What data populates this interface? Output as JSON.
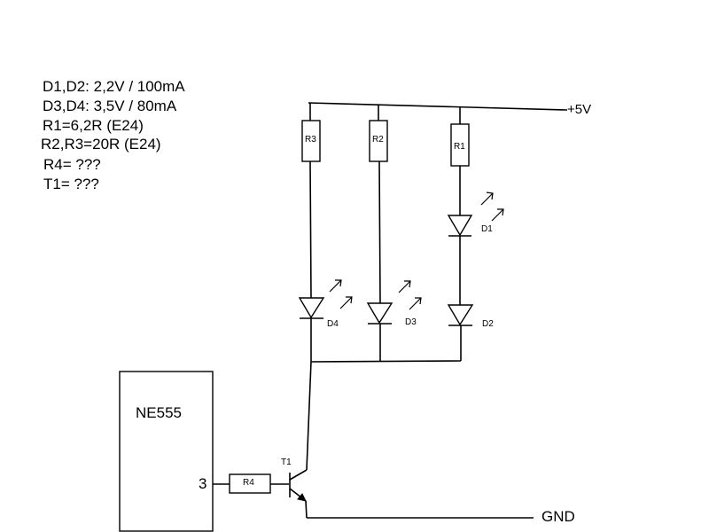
{
  "specs": [
    "D1,D2: 2,2V / 100mA",
    "D3,D4: 3,5V / 80mA",
    "R1=6,2R (E24)",
    "R2,R3=20R (E24)",
    "R4= ???",
    "T1= ???"
  ],
  "labels": {
    "vcc": "+5V",
    "gnd": "GND",
    "ic": "NE555",
    "pin3": "3",
    "r1": "R1",
    "r2": "R2",
    "r3": "R3",
    "r4": "R4",
    "d1": "D1",
    "d2": "D2",
    "d3": "D3",
    "d4": "D4",
    "t1": "T1"
  }
}
